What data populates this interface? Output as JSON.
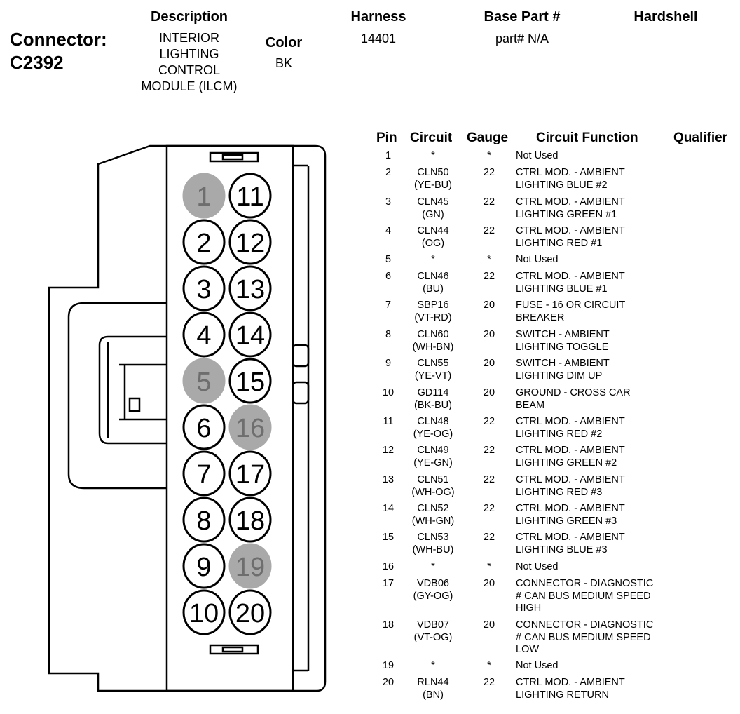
{
  "header": {
    "connector_label": "Connector:",
    "connector_id": "C2392",
    "description_title": "Description",
    "description_lines": [
      "INTERIOR",
      "LIGHTING",
      "CONTROL",
      "MODULE (ILCM)"
    ],
    "color_title": "Color",
    "color_value": "BK",
    "harness_title": "Harness",
    "harness_value": "14401",
    "base_part_title": "Base Part #",
    "base_part_value": "part# N/A",
    "hardshell_title": "Hardshell"
  },
  "table": {
    "columns": [
      "Pin",
      "Circuit",
      "Gauge",
      "Circuit Function",
      "Qualifier"
    ],
    "rows": [
      {
        "pin": "1",
        "circuit": [
          "*"
        ],
        "gauge": "*",
        "function": [
          "Not Used"
        ]
      },
      {
        "pin": "2",
        "circuit": [
          "CLN50",
          "(YE-BU)"
        ],
        "gauge": "22",
        "function": [
          "CTRL MOD. - AMBIENT",
          "LIGHTING BLUE #2"
        ]
      },
      {
        "pin": "3",
        "circuit": [
          "CLN45",
          "(GN)"
        ],
        "gauge": "22",
        "function": [
          "CTRL MOD. - AMBIENT",
          "LIGHTING GREEN #1"
        ]
      },
      {
        "pin": "4",
        "circuit": [
          "CLN44",
          "(OG)"
        ],
        "gauge": "22",
        "function": [
          "CTRL MOD. - AMBIENT",
          "LIGHTING RED #1"
        ]
      },
      {
        "pin": "5",
        "circuit": [
          "*"
        ],
        "gauge": "*",
        "function": [
          "Not Used"
        ]
      },
      {
        "pin": "6",
        "circuit": [
          "CLN46",
          "(BU)"
        ],
        "gauge": "22",
        "function": [
          "CTRL MOD. - AMBIENT",
          "LIGHTING BLUE #1"
        ]
      },
      {
        "pin": "7",
        "circuit": [
          "SBP16",
          "(VT-RD)"
        ],
        "gauge": "20",
        "function": [
          "FUSE - 16 OR CIRCUIT",
          "BREAKER"
        ]
      },
      {
        "pin": "8",
        "circuit": [
          "CLN60",
          "(WH-BN)"
        ],
        "gauge": "20",
        "function": [
          "SWITCH - AMBIENT",
          "LIGHTING TOGGLE"
        ]
      },
      {
        "pin": "9",
        "circuit": [
          "CLN55",
          "(YE-VT)"
        ],
        "gauge": "20",
        "function": [
          "SWITCH - AMBIENT",
          "LIGHTING DIM UP"
        ]
      },
      {
        "pin": "10",
        "circuit": [
          "GD114",
          "(BK-BU)"
        ],
        "gauge": "20",
        "function": [
          "GROUND - CROSS CAR",
          "BEAM"
        ]
      },
      {
        "pin": "11",
        "circuit": [
          "CLN48",
          "(YE-OG)"
        ],
        "gauge": "22",
        "function": [
          "CTRL MOD. - AMBIENT",
          "LIGHTING RED #2"
        ]
      },
      {
        "pin": "12",
        "circuit": [
          "CLN49",
          "(YE-GN)"
        ],
        "gauge": "22",
        "function": [
          "CTRL MOD. - AMBIENT",
          "LIGHTING GREEN #2"
        ]
      },
      {
        "pin": "13",
        "circuit": [
          "CLN51",
          "(WH-OG)"
        ],
        "gauge": "22",
        "function": [
          "CTRL MOD. - AMBIENT",
          "LIGHTING RED #3"
        ]
      },
      {
        "pin": "14",
        "circuit": [
          "CLN52",
          "(WH-GN)"
        ],
        "gauge": "22",
        "function": [
          "CTRL MOD. - AMBIENT",
          "LIGHTING GREEN #3"
        ]
      },
      {
        "pin": "15",
        "circuit": [
          "CLN53",
          "(WH-BU)"
        ],
        "gauge": "22",
        "function": [
          "CTRL MOD. - AMBIENT",
          "LIGHTING BLUE #3"
        ]
      },
      {
        "pin": "16",
        "circuit": [
          "*"
        ],
        "gauge": "*",
        "function": [
          "Not Used"
        ]
      },
      {
        "pin": "17",
        "circuit": [
          "VDB06",
          "(GY-OG)"
        ],
        "gauge": "20",
        "function": [
          "CONNECTOR - DIAGNOSTIC",
          "# CAN BUS MEDIUM SPEED",
          "HIGH"
        ]
      },
      {
        "pin": "18",
        "circuit": [
          "VDB07",
          "(VT-OG)"
        ],
        "gauge": "20",
        "function": [
          "CONNECTOR - DIAGNOSTIC",
          "# CAN BUS MEDIUM SPEED",
          "LOW"
        ]
      },
      {
        "pin": "19",
        "circuit": [
          "*"
        ],
        "gauge": "*",
        "function": [
          "Not Used"
        ]
      },
      {
        "pin": "20",
        "circuit": [
          "RLN44",
          "(BN)"
        ],
        "gauge": "22",
        "function": [
          "CTRL MOD. - AMBIENT",
          "LIGHTING RETURN"
        ]
      }
    ]
  },
  "connector_diagram": {
    "unused_pin_color": "#a9a9a9",
    "outline_color": "#000000",
    "left_column_pins": [
      "1",
      "2",
      "3",
      "4",
      "5",
      "6",
      "7",
      "8",
      "9",
      "10"
    ],
    "right_column_pins": [
      "11",
      "12",
      "13",
      "14",
      "15",
      "16",
      "17",
      "18",
      "19",
      "20"
    ],
    "unused_pins": [
      "1",
      "5",
      "16",
      "19"
    ]
  }
}
